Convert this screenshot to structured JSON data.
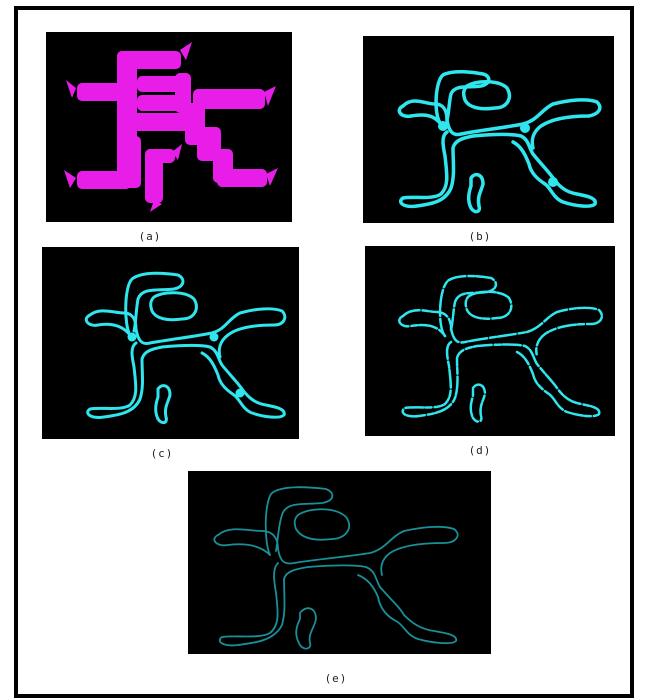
{
  "captions": {
    "a": "(a)",
    "b": "(b)",
    "c": "(c)",
    "d": "(d)",
    "e": "(e)"
  },
  "colors": {
    "magenta": "#e81ee8",
    "cyan": "#2fe6ef",
    "cyan_dim": "#1a8f98",
    "background": "#000000"
  }
}
